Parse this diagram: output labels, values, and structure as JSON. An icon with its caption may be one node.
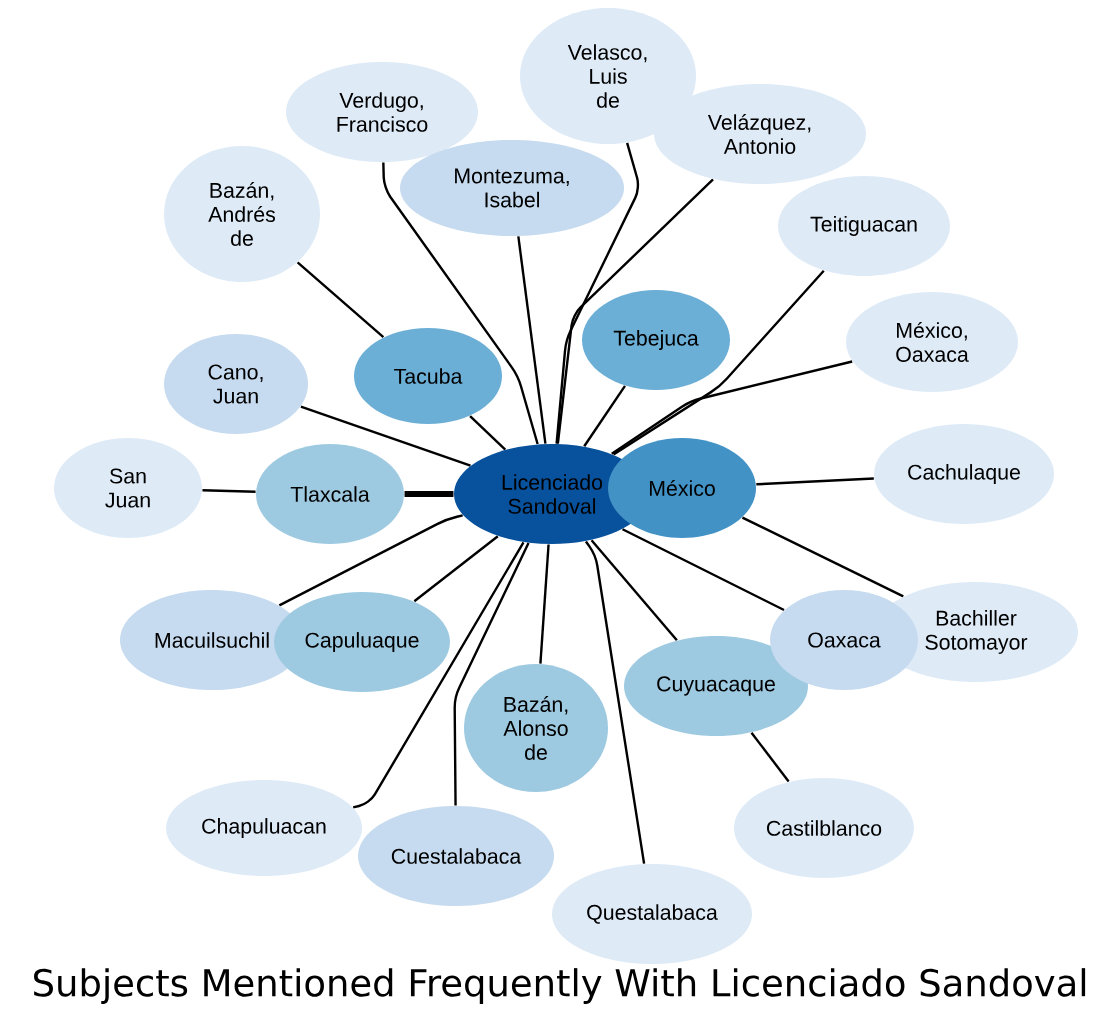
{
  "diagram": {
    "title": "Subjects Mentioned Frequently With Licenciado Sandoval",
    "nodes": [
      {
        "text": [
          "Verdugo, Francisco"
        ]
      },
      {
        "text": [
          "Velasco, Luis de"
        ]
      },
      {
        "text": [
          "Velázquez, Antonio"
        ]
      },
      {
        "text": [
          "Bazán, Andrés de"
        ]
      },
      {
        "text": [
          "Montezuma, Isabel"
        ]
      },
      {
        "text": [
          "Teitiguacan"
        ]
      },
      {
        "text": [
          "Cano, Juan"
        ]
      },
      {
        "text": [
          "Tacuba"
        ]
      },
      {
        "text": [
          "Tebejuca"
        ]
      },
      {
        "text": [
          "México, Oaxaca"
        ]
      },
      {
        "text": [
          "San Juan"
        ]
      },
      {
        "text": [
          "Tlaxcala"
        ]
      },
      {
        "text": [
          "Licenciado Sandoval"
        ]
      },
      {
        "text": [
          "México"
        ]
      },
      {
        "text": [
          "Cachulaque"
        ]
      },
      {
        "text": [
          "Macuilsuchil"
        ]
      },
      {
        "text": [
          "Capuluaque"
        ]
      },
      {
        "text": [
          "Bazán, Alonso de"
        ]
      },
      {
        "text": [
          "Cuyuacaque"
        ]
      },
      {
        "text": [
          "Oaxaca"
        ]
      },
      {
        "text": [
          "Bachiller Sotomayor"
        ]
      },
      {
        "text": [
          "Chapuluacan"
        ]
      },
      {
        "text": [
          "Cuestalabaca"
        ]
      },
      {
        "text": [
          "Questalabaca"
        ]
      },
      {
        "text": [
          "Castilblanco"
        ]
      }
    ],
    "edges": [
      {
        "from": 12,
        "to": 0,
        "arrow": "none"
      },
      {
        "from": 12,
        "to": 1,
        "arrow": "none"
      },
      {
        "from": 12,
        "to": 2,
        "arrow": "none"
      },
      {
        "from": 7,
        "to": 3,
        "arrow": "none"
      },
      {
        "from": 12,
        "to": 4,
        "arrow": "none"
      },
      {
        "from": 12,
        "to": 5,
        "arrow": "none"
      },
      {
        "from": 12,
        "to": 6,
        "arrow": "none"
      },
      {
        "from": 12,
        "to": 7,
        "arrow": "none"
      },
      {
        "from": 12,
        "to": 8,
        "arrow": "none"
      },
      {
        "from": 12,
        "to": 9,
        "arrow": "none"
      },
      {
        "from": 11,
        "to": 10,
        "arrow": "none"
      },
      {
        "from": 12,
        "to": 11,
        "arrow": "none",
        "style": "thick"
      },
      {
        "from": 13,
        "to": 14,
        "arrow": "none"
      },
      {
        "from": 12,
        "to": 15,
        "arrow": "none"
      },
      {
        "from": 12,
        "to": 16,
        "arrow": "none"
      },
      {
        "from": 12,
        "to": 17,
        "arrow": "none"
      },
      {
        "from": 12,
        "to": 18,
        "arrow": "none"
      },
      {
        "from": 12,
        "to": 19,
        "arrow": "none"
      },
      {
        "from": 13,
        "to": 20,
        "arrow": "none"
      },
      {
        "from": 12,
        "to": 21,
        "arrow": "none"
      },
      {
        "from": 12,
        "to": 22,
        "arrow": "none"
      },
      {
        "from": 12,
        "to": 23,
        "arrow": "none"
      },
      {
        "from": 18,
        "to": 24,
        "arrow": "none"
      }
    ]
  }
}
